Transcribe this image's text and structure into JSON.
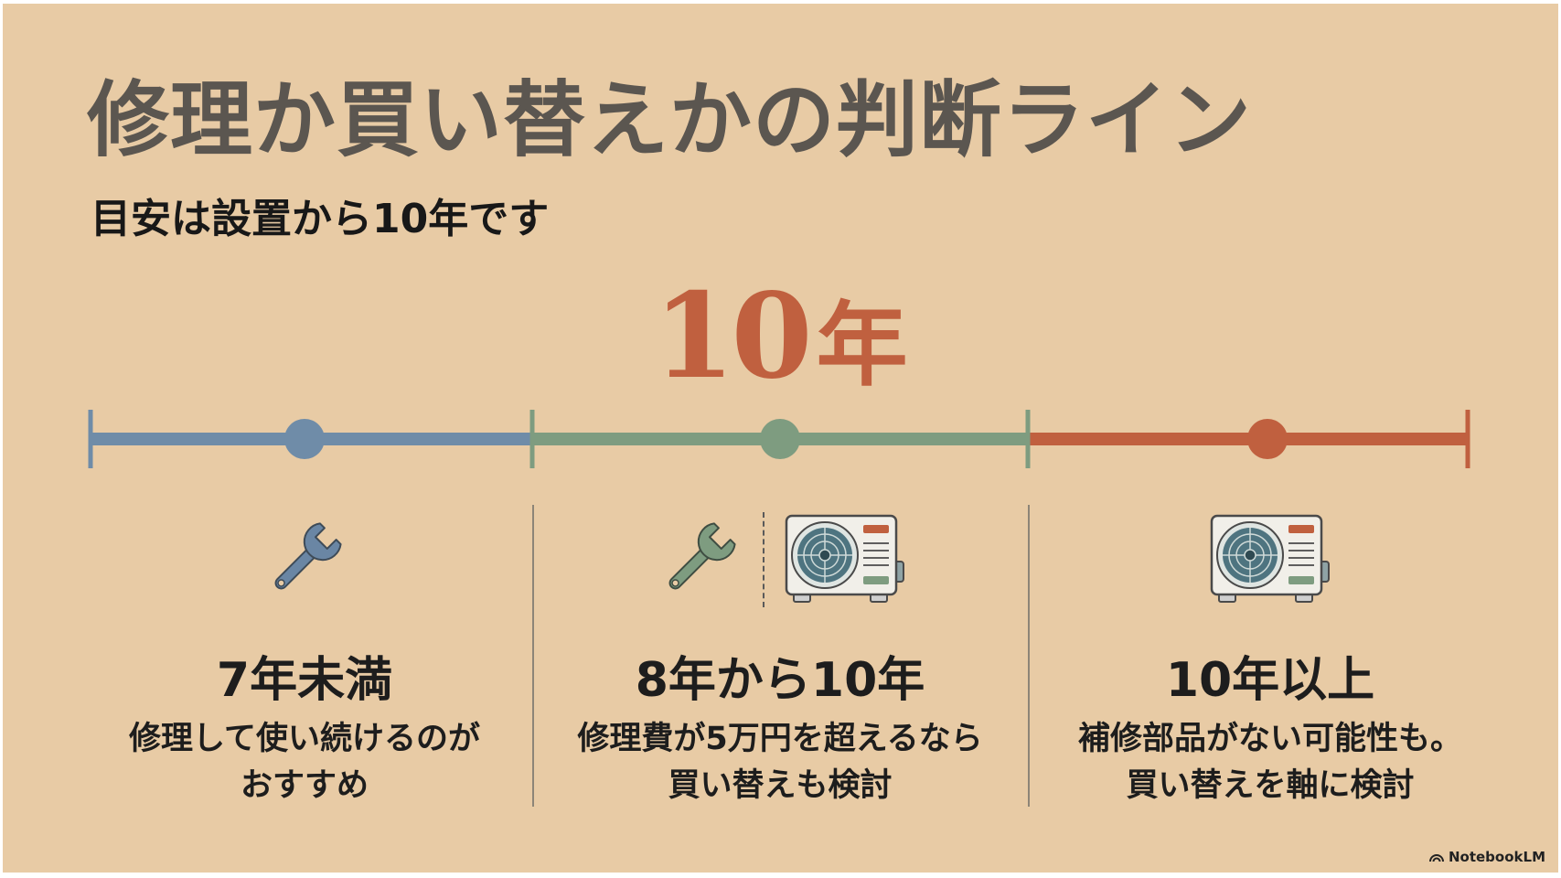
{
  "title": "修理か買い替えかの判断ライン",
  "subtitle": "目安は設置から10年です",
  "milestone": {
    "number": "10",
    "unit": "年"
  },
  "colors": {
    "background": "#e8cba5",
    "segment_1": "#6f8ca8",
    "segment_2": "#7e9c80",
    "segment_3": "#c0603f",
    "title_gray": "#5b5650"
  },
  "columns": [
    {
      "icons": [
        "wrench-icon"
      ],
      "title": "7年未満",
      "lines": [
        "修理して使い続けるのが",
        "おすすめ"
      ]
    },
    {
      "icons": [
        "wrench-icon",
        "air-conditioner-outdoor-unit-icon"
      ],
      "title": "8年から10年",
      "lines": [
        "修理費が5万円を超えるなら",
        "買い替えも検討"
      ]
    },
    {
      "icons": [
        "air-conditioner-outdoor-unit-icon"
      ],
      "title": "10年以上",
      "lines": [
        "補修部品がない可能性も。",
        "買い替えを軸に検討"
      ]
    }
  ],
  "brand": "NotebookLM"
}
